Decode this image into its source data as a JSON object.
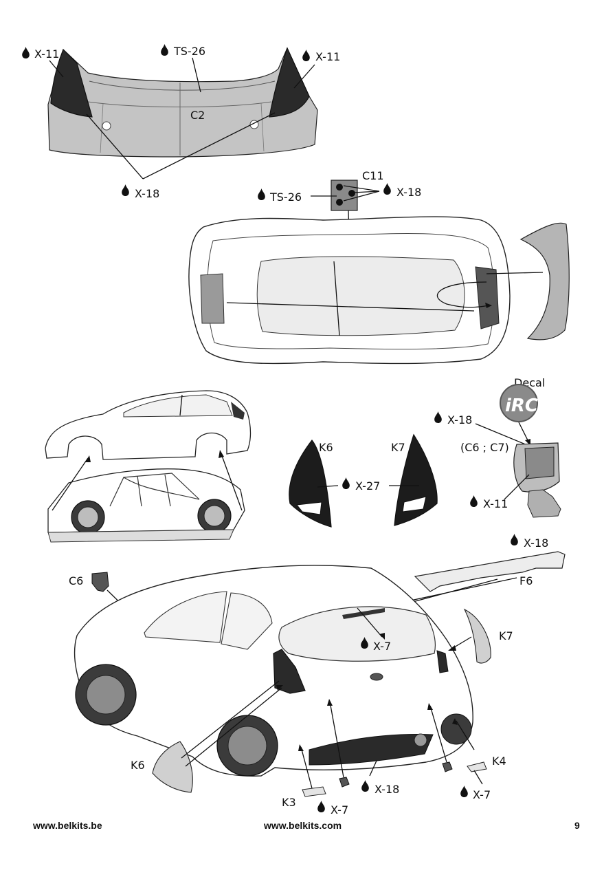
{
  "labels": {
    "c2_x11_left": "X-11",
    "c2_ts26": "TS-26",
    "c2_x11_right": "X-11",
    "c2_part": "C2",
    "c2_x18": "X-18",
    "c11_part": "C11",
    "c11_ts26": "TS-26",
    "c11_x18": "X-18",
    "decal_title": "Decal",
    "decal_logo": "iRC",
    "mirror_x18": "X-18",
    "mirror_parts": "(C6 ; C7)",
    "mirror_x11": "X-11",
    "k6_part": "K6",
    "k7_part": "K7",
    "k_x27": "X-27",
    "wing_x18": "X-18",
    "wing_part": "F6",
    "c6_part": "C6",
    "rear_x7": "X-7",
    "k7_rear": "K7",
    "k6_rear": "K6",
    "k4_part": "K4",
    "k3_part": "K3",
    "k3_x7": "X-7",
    "diffuser_x18": "X-18",
    "k4_x7": "X-7"
  },
  "footer": {
    "left_url": "www.belkits.be",
    "center_url": "www.belkits.com",
    "page_number": "9"
  },
  "icons": {
    "paint_marker": "paint-drop-icon"
  },
  "colors": {
    "ink": "#111111",
    "part_gray": "#b9b9b9",
    "dark_part": "#2a2a2a",
    "background": "#ffffff"
  }
}
